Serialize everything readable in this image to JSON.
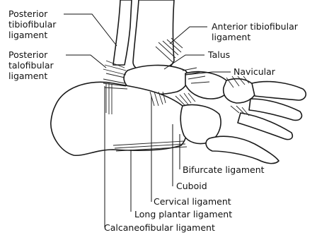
{
  "labels": {
    "posterior_tibiofibular": [
      "Posterior",
      "tibiofibular",
      "ligament"
    ],
    "posterior_talofibular": [
      "Posterior",
      "talofibular",
      "ligament"
    ],
    "anterior_tibiofibular": [
      "Anterior tibiofibular",
      "ligament"
    ],
    "talus": "Talus",
    "navicular": "Navicular",
    "bifurcate": "Bifurcate ligament",
    "cuboid": "Cuboid",
    "cervical": "Cervical ligament",
    "long_plantar": "Long plantar ligament",
    "calcaneofibular": "Calcaneofibular ligament"
  }
}
